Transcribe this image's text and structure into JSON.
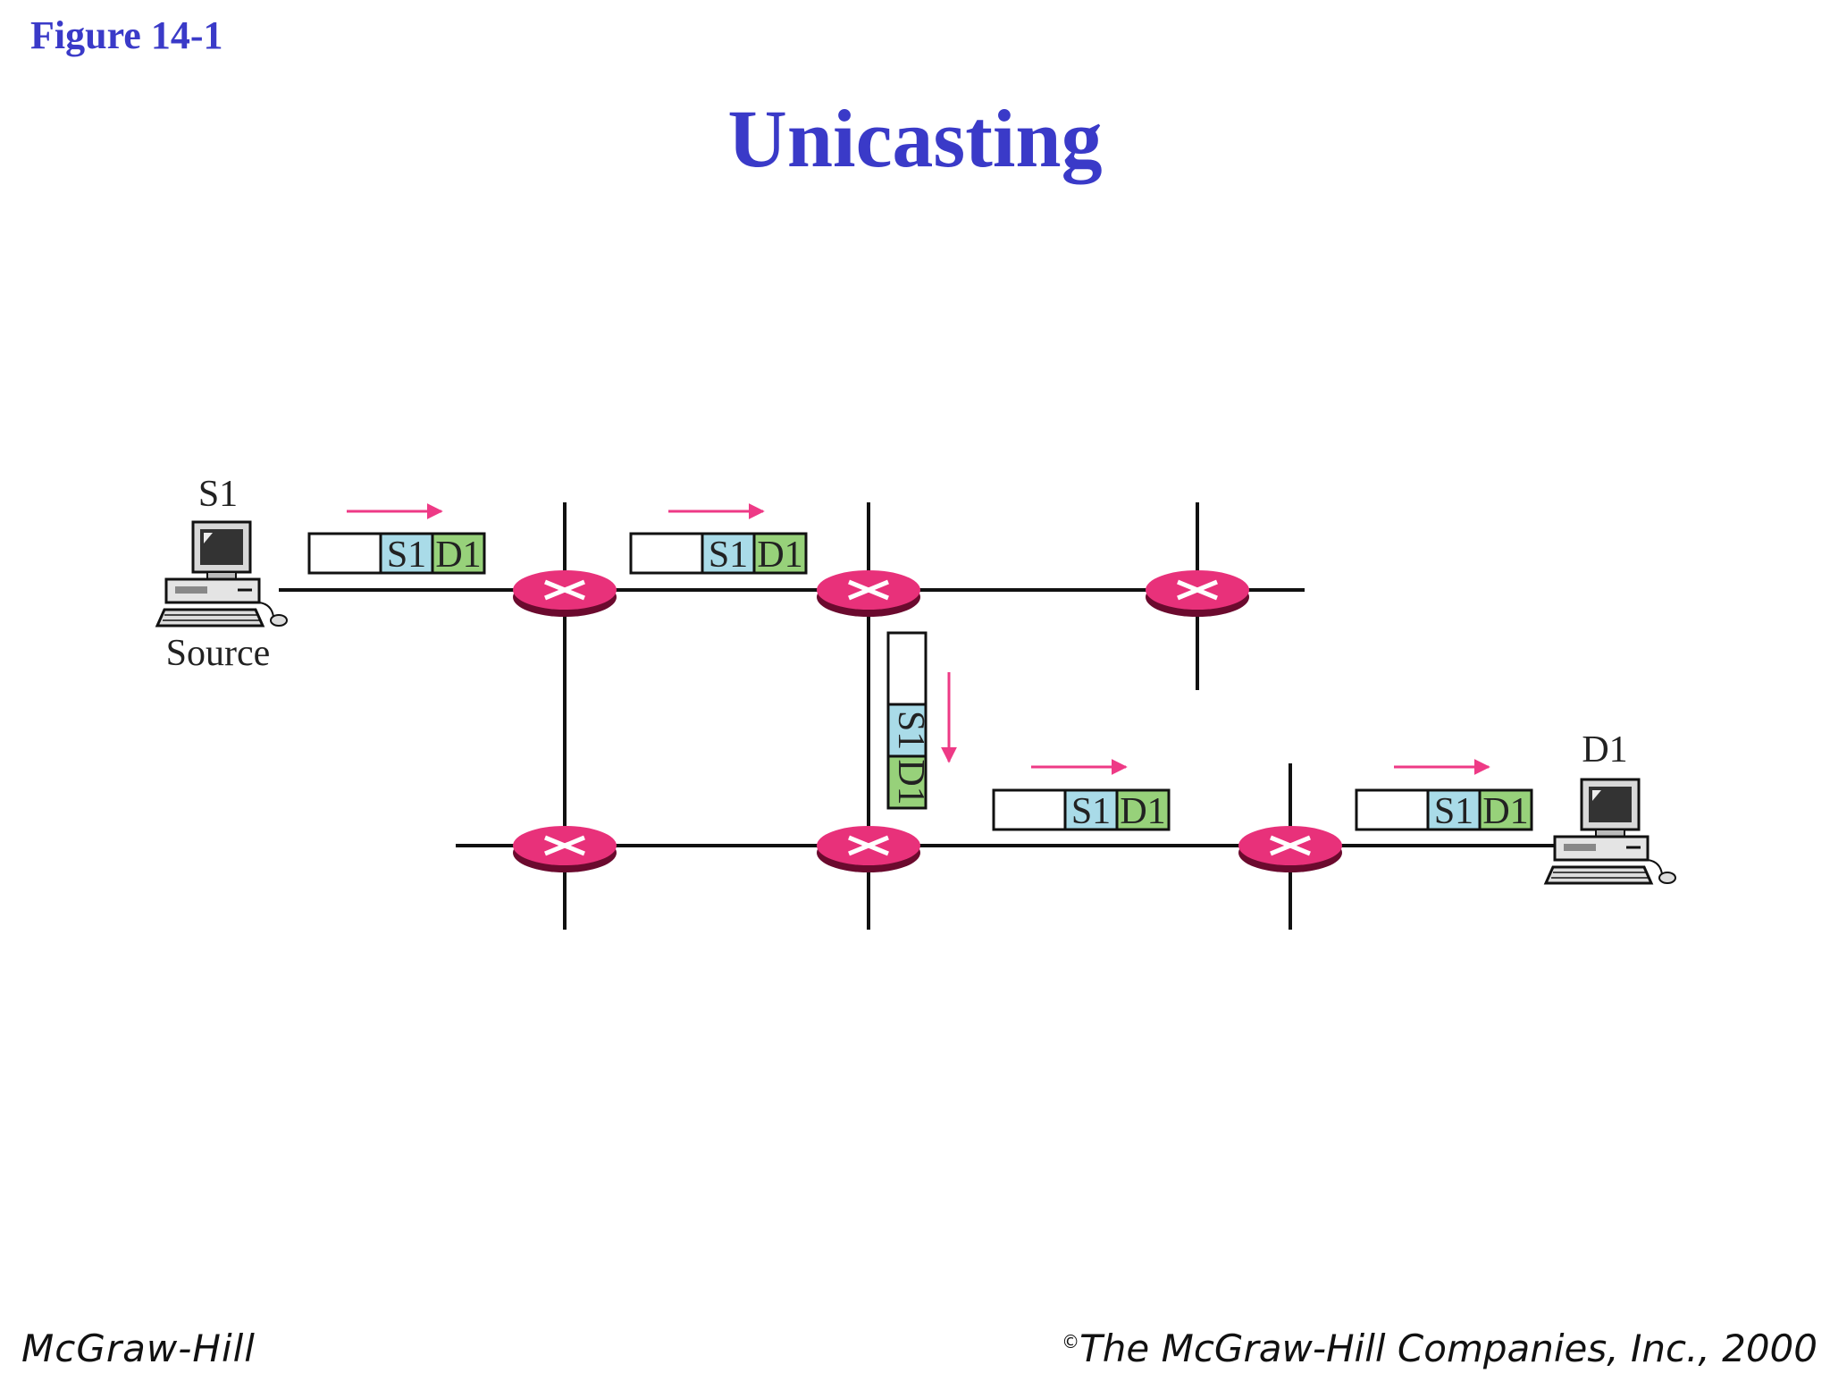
{
  "figure_label": "Figure  14-1",
  "title": "Unicasting",
  "footer": {
    "publisher": "McGraw-Hill",
    "copyright_symbol": "©",
    "copyright": "The McGraw-Hill Companies, Inc., 2000"
  },
  "diagram": {
    "source": {
      "name": "S1",
      "caption": "Source"
    },
    "destination": {
      "name": "D1"
    },
    "packet": {
      "source_field": "S1",
      "dest_field": "D1"
    },
    "colors": {
      "router": "#e8317a",
      "router_dark": "#6b0a2e",
      "arrow": "#ee3a86",
      "source_field": "#a9dbe8",
      "dest_field": "#97d17a",
      "accent": "#3a3ac8"
    }
  }
}
